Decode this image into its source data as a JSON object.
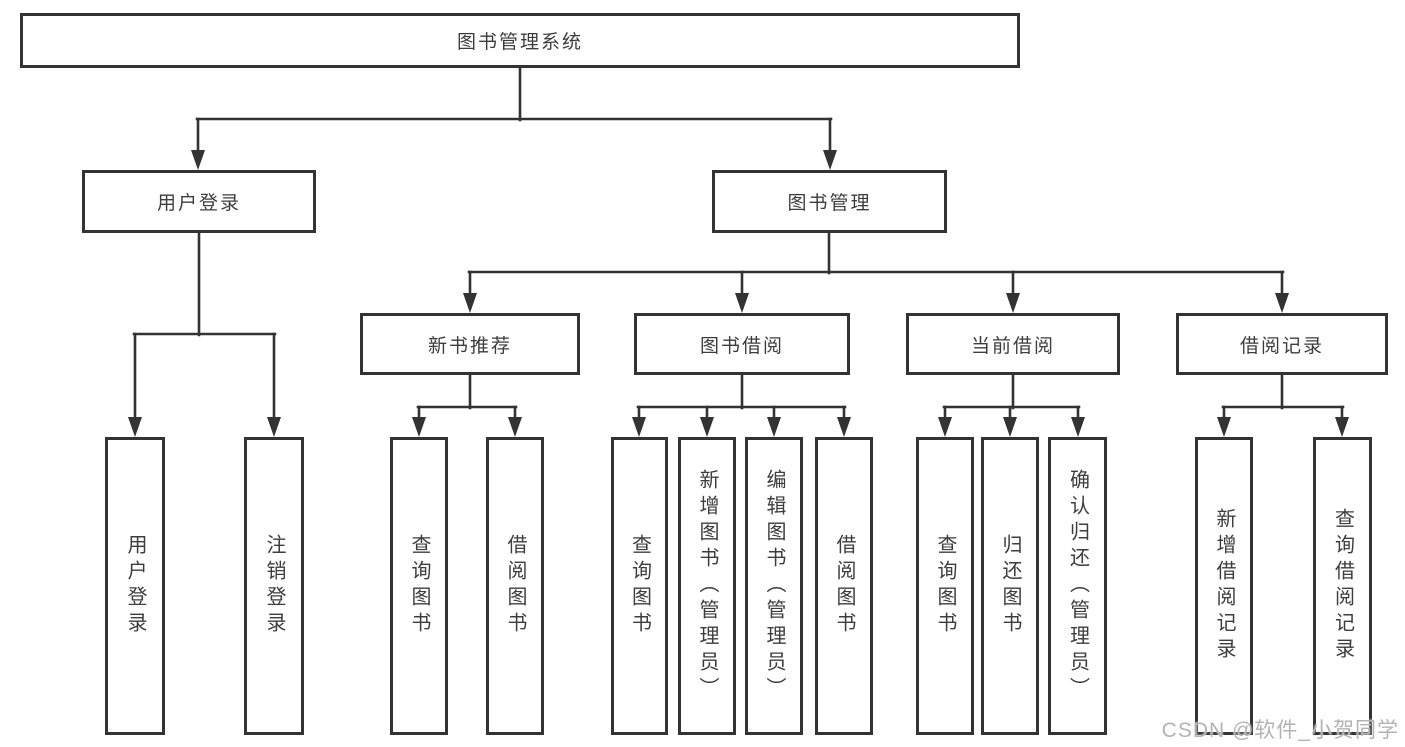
{
  "tree": {
    "root": "图书管理系统",
    "user_login": {
      "label": "用户登录",
      "children": [
        "用户登录",
        "注销登录"
      ]
    },
    "book_mgmt": {
      "label": "图书管理",
      "children": [
        {
          "label": "新书推荐",
          "children": [
            "查询图书",
            "借阅图书"
          ]
        },
        {
          "label": "图书借阅",
          "children": [
            "查询图书",
            "新增图书（管理员）",
            "编辑图书（管理员）",
            "借阅图书"
          ]
        },
        {
          "label": "当前借阅",
          "children": [
            "查询图书",
            "归还图书",
            "确认归还（管理员）"
          ]
        },
        {
          "label": "借阅记录",
          "children": [
            "新增借阅记录",
            "查询借阅记录"
          ]
        }
      ]
    }
  },
  "watermark": "CSDN @软件_小贺同学",
  "colors": {
    "line": "#333333",
    "border": "#333333",
    "text": "#3d3d3d",
    "watermark": "#b3b3b3"
  }
}
